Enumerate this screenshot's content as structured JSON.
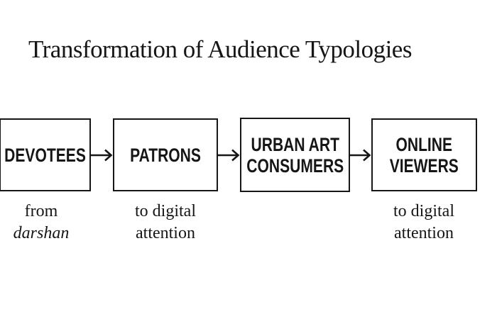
{
  "title": "Transformation of Audience Typologies",
  "colors": {
    "background": "#ffffff",
    "ink": "#161616"
  },
  "diagram": {
    "type": "flow",
    "direction": "left-to-right",
    "connector": "arrow-right",
    "boxes": [
      {
        "id": "devotees",
        "label": "DEVOTEES",
        "label_lines": [
          "DEVOTEES"
        ],
        "caption_lines": [
          "from",
          "darshan"
        ],
        "caption_italic": "darshan"
      },
      {
        "id": "patrons",
        "label": "PATRONS",
        "label_lines": [
          "PATRONS"
        ],
        "caption_lines": [
          "to digital",
          "attention"
        ]
      },
      {
        "id": "urban-art-consumers",
        "label": "URBAN ART CONSUMERS",
        "label_lines": [
          "URBAN ART",
          "CONSUMERS"
        ],
        "caption_lines": []
      },
      {
        "id": "online-viewers",
        "label": "ONLINE VIEWERS",
        "label_lines": [
          "ONLINE",
          "VIEWERS"
        ],
        "caption_lines": [
          "to digital",
          "attention"
        ]
      }
    ]
  }
}
